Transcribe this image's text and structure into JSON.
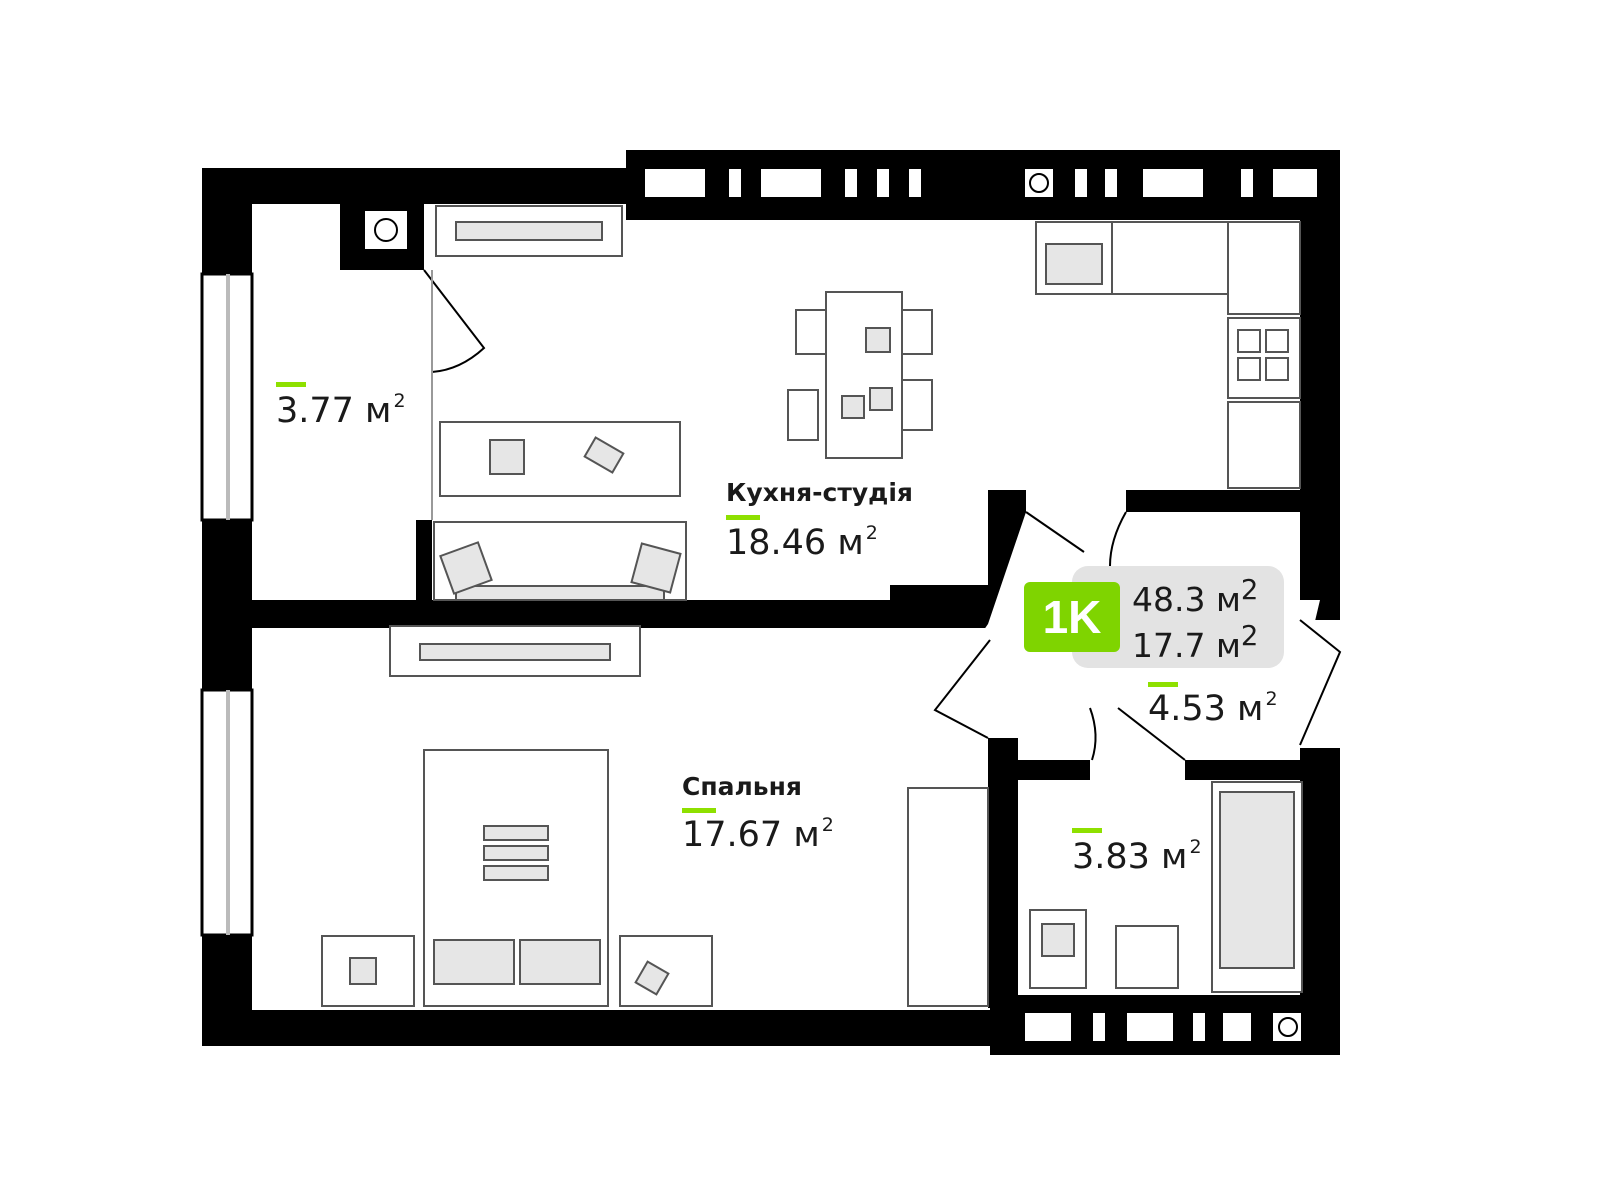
{
  "apartment": {
    "type_badge": "1K",
    "total_area": "48.3 м",
    "living_area": "17.7 м",
    "accent_color": "#8ee000"
  },
  "rooms": [
    {
      "id": "kitchen_studio",
      "name": "Кухня-студія",
      "area": "18.46 м"
    },
    {
      "id": "bedroom",
      "name": "Спальня",
      "area": "17.67 м"
    },
    {
      "id": "storage",
      "area": "3.77 м"
    },
    {
      "id": "hallway",
      "area": "4.53 м"
    },
    {
      "id": "bathroom",
      "area": "3.83 м"
    }
  ],
  "units": {
    "superscript": "2"
  }
}
